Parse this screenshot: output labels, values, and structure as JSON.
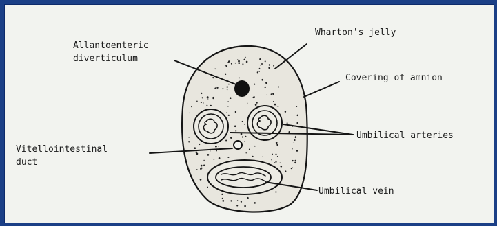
{
  "diagram": {
    "labels": {
      "allanto_1": "Allantoenteric",
      "allanto_2": "diverticulum",
      "wharton": "Wharton's jelly",
      "amnion": "Covering of amnion",
      "arteries": "Umbilical arteries",
      "vitello_1": "Vitellointestinal",
      "vitello_2": "duct",
      "vein": "Umbilical vein"
    },
    "colors": {
      "outer_border": "#1b3f86",
      "background": "#f2f3ef",
      "ink": "#151515",
      "jelly_fill": "#e8e6de"
    }
  }
}
